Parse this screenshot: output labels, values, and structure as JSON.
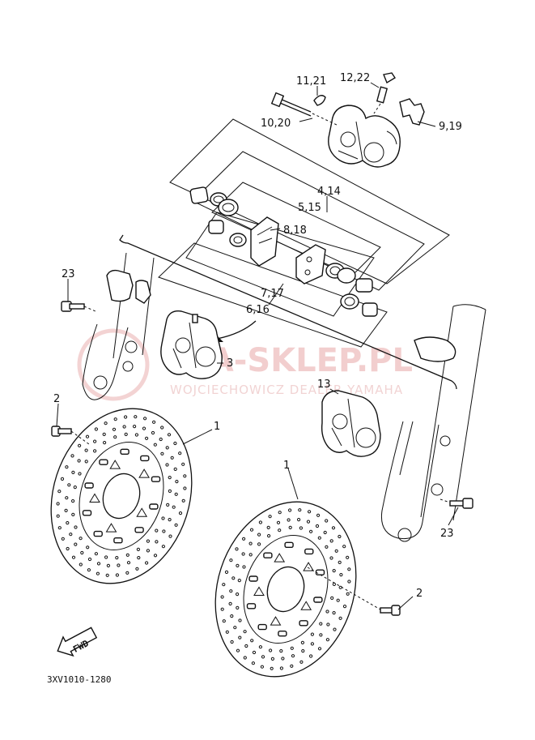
{
  "callouts": {
    "c1a": "1",
    "c1b": "1",
    "c2a": "2",
    "c2b": "2",
    "c3": "3",
    "c4_14": "4,14",
    "c5_15": "5,15",
    "c6_16": "6,16",
    "c7_17": "7,17",
    "c8_18": "8,18",
    "c9_19": "9,19",
    "c10_20": "10,20",
    "c11_21": "11,21",
    "c12_22": "12,22",
    "c13": "13",
    "c23a": "23",
    "c23b": "23"
  },
  "fwd": "FWD",
  "drawing_code": "3XV1010-1280",
  "watermark": {
    "main": "MA-SKLEP.PL",
    "sub": "WOJCIECHOWICZ  DEALER YAMAHA"
  },
  "colors": {
    "ink": "#111111",
    "watermark": "#e8a7a7"
  }
}
